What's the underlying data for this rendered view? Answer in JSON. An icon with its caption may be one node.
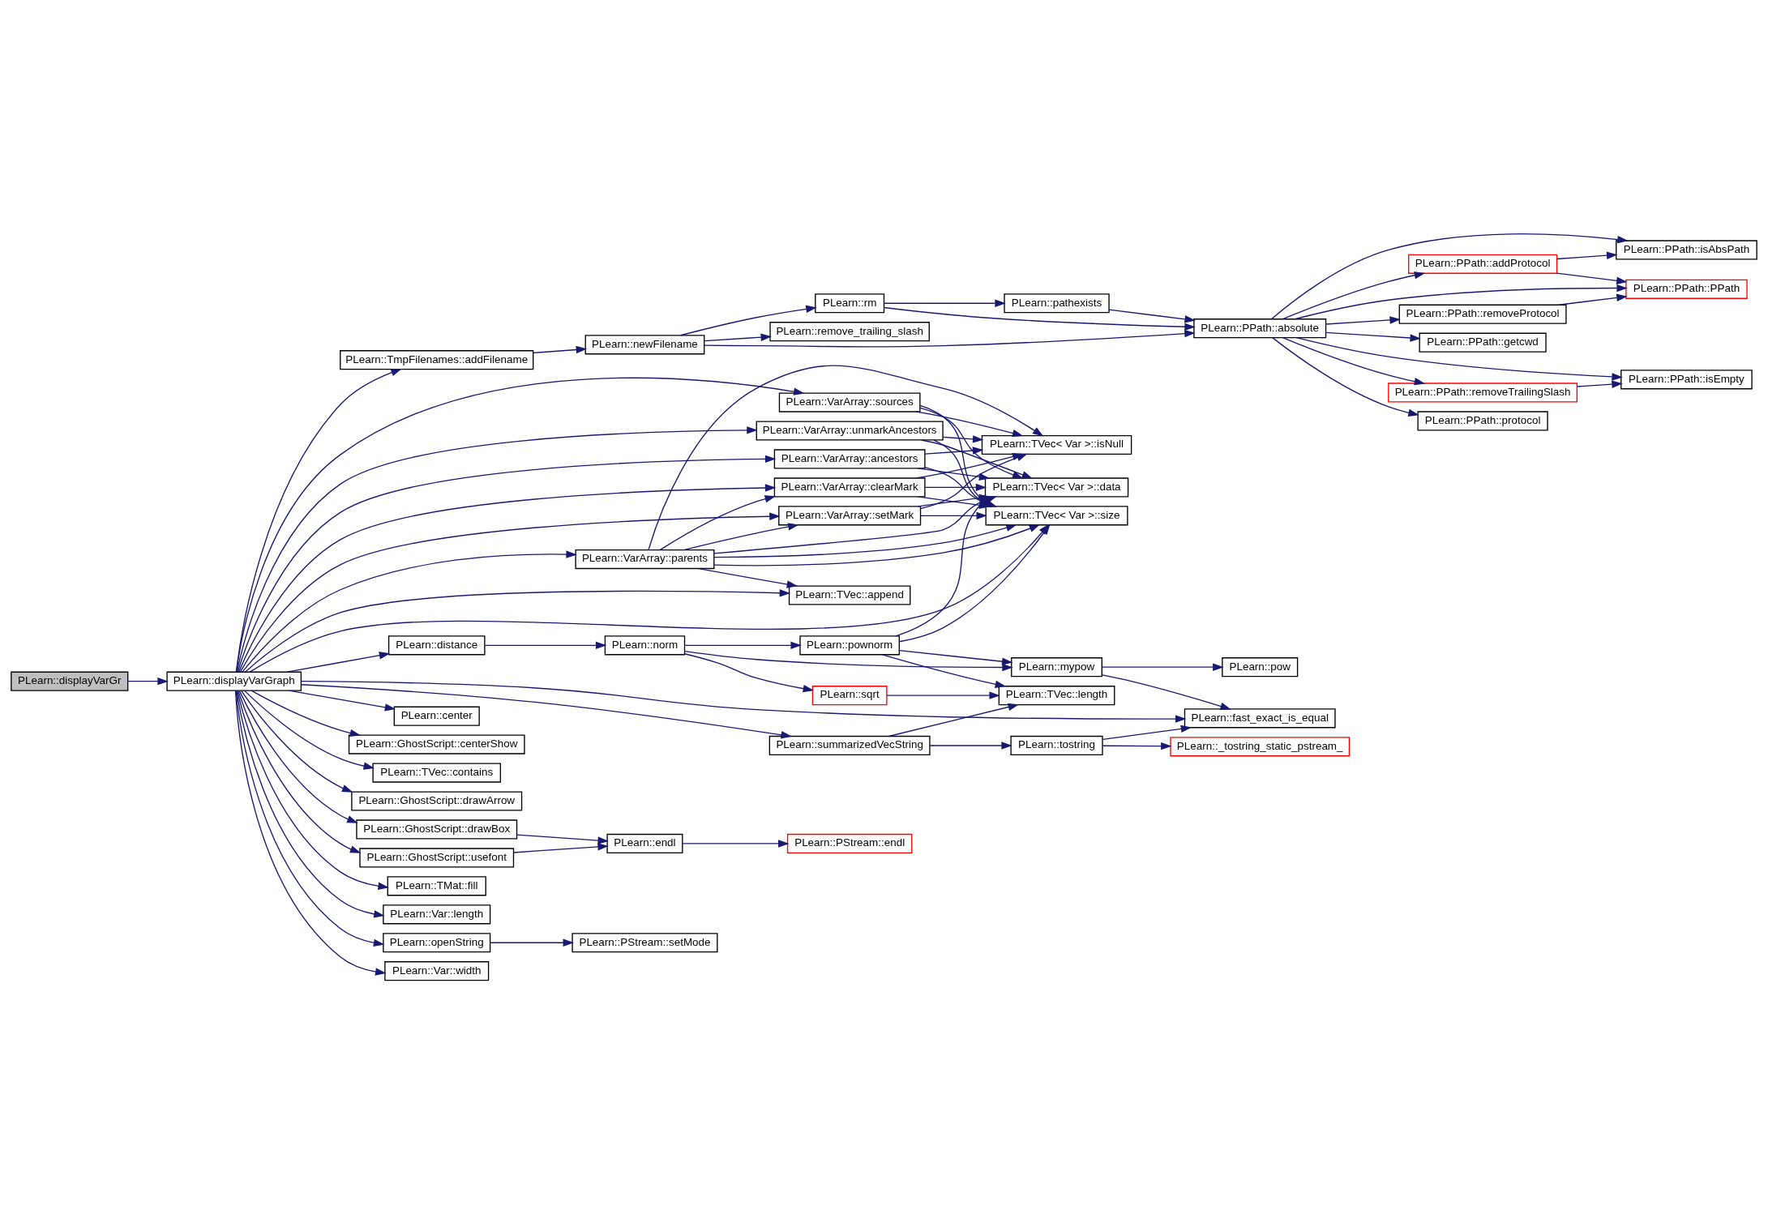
{
  "diagram": {
    "nodes": [
      {
        "text": [
          "PLearn::displayVarGr"
        ]
      },
      {
        "text": [
          "PLearn::displayVarGraph"
        ]
      },
      {
        "text": [
          "PLearn::TmpFilenames::addFilename"
        ]
      },
      {
        "text": [
          "PLearn::newFilename"
        ]
      },
      {
        "text": [
          "PLearn::remove_trailing_slash"
        ]
      },
      {
        "text": [
          "PLearn::rm"
        ]
      },
      {
        "text": [
          "PLearn::pathexists"
        ]
      },
      {
        "text": [
          "PLearn::PPath::absolute"
        ]
      },
      {
        "text": [
          "PLearn::PPath::addProtocol"
        ]
      },
      {
        "text": [
          "PLearn::PPath::isAbsPath"
        ]
      },
      {
        "text": [
          "PLearn::PPath::PPath"
        ]
      },
      {
        "text": [
          "PLearn::PPath::removeProtocol"
        ]
      },
      {
        "text": [
          "PLearn::PPath::getcwd"
        ]
      },
      {
        "text": [
          "PLearn::PPath::removeTrailingSlash"
        ]
      },
      {
        "text": [
          "PLearn::PPath::isEmpty"
        ]
      },
      {
        "text": [
          "PLearn::PPath::protocol"
        ]
      },
      {
        "text": [
          "PLearn::VarArray::sources"
        ]
      },
      {
        "text": [
          "PLearn::VarArray::unmarkAncestors"
        ]
      },
      {
        "text": [
          "PLearn::VarArray::ancestors"
        ]
      },
      {
        "text": [
          "PLearn::VarArray::clearMark"
        ]
      },
      {
        "text": [
          "PLearn::VarArray::setMark"
        ]
      },
      {
        "text": [
          "PLearn::VarArray::parents"
        ]
      },
      {
        "text": [
          "PLearn::TVec< Var >::isNull"
        ]
      },
      {
        "text": [
          "PLearn::TVec< Var >::data"
        ]
      },
      {
        "text": [
          "PLearn::TVec< Var >::size"
        ]
      },
      {
        "text": [
          "PLearn::TVec::append"
        ]
      },
      {
        "text": [
          "PLearn::distance"
        ]
      },
      {
        "text": [
          "PLearn::norm"
        ]
      },
      {
        "text": [
          "PLearn::pownorm"
        ]
      },
      {
        "text": [
          "PLearn::mypow"
        ]
      },
      {
        "text": [
          "PLearn::pow"
        ]
      },
      {
        "text": [
          "PLearn::sqrt"
        ]
      },
      {
        "text": [
          "PLearn::TVec::length"
        ]
      },
      {
        "text": [
          "PLearn::summarizedVecString"
        ]
      },
      {
        "text": [
          "PLearn::tostring"
        ]
      },
      {
        "text": [
          "PLearn::_tostring_static_pstream_"
        ]
      },
      {
        "text": [
          "PLearn::fast_exact_is_equal"
        ]
      },
      {
        "text": [
          "PLearn::center"
        ]
      },
      {
        "text": [
          "PLearn::GhostScript::centerShow"
        ]
      },
      {
        "text": [
          "PLearn::TVec::contains"
        ]
      },
      {
        "text": [
          "PLearn::GhostScript::drawArrow"
        ]
      },
      {
        "text": [
          "PLearn::GhostScript::drawBox"
        ]
      },
      {
        "text": [
          "PLearn::endl"
        ]
      },
      {
        "text": [
          "PLearn::PStream::endl"
        ]
      },
      {
        "text": [
          "PLearn::GhostScript::usefont"
        ]
      },
      {
        "text": [
          "PLearn::TMat::fill"
        ]
      },
      {
        "text": [
          "PLearn::Var::length"
        ]
      },
      {
        "text": [
          "PLearn::openString"
        ]
      },
      {
        "text": [
          "PLearn::PStream::setMode"
        ]
      },
      {
        "text": [
          "PLearn::Var::width"
        ]
      }
    ],
    "edges": [
      {
        "from": 0,
        "to": 1,
        "arrow": "to"
      },
      {
        "from": 1,
        "to": 2,
        "arrow": "to"
      },
      {
        "from": 2,
        "to": 3,
        "arrow": "to"
      },
      {
        "from": 3,
        "to": 4,
        "arrow": "to"
      },
      {
        "from": 3,
        "to": 5,
        "arrow": "to"
      },
      {
        "from": 3,
        "to": 7,
        "arrow": "to"
      },
      {
        "from": 5,
        "to": 6,
        "arrow": "to"
      },
      {
        "from": 5,
        "to": 7,
        "arrow": "to"
      },
      {
        "from": 6,
        "to": 7,
        "arrow": "to"
      },
      {
        "from": 7,
        "to": 9,
        "arrow": "to"
      },
      {
        "from": 7,
        "to": 8,
        "arrow": "to"
      },
      {
        "from": 7,
        "to": 10,
        "arrow": "to"
      },
      {
        "from": 7,
        "to": 11,
        "arrow": "to"
      },
      {
        "from": 7,
        "to": 12,
        "arrow": "to"
      },
      {
        "from": 7,
        "to": 14,
        "arrow": "to"
      },
      {
        "from": 7,
        "to": 13,
        "arrow": "to"
      },
      {
        "from": 7,
        "to": 15,
        "arrow": "to"
      },
      {
        "from": 8,
        "to": 9,
        "arrow": "to"
      },
      {
        "from": 8,
        "to": 10,
        "arrow": "to"
      },
      {
        "from": 11,
        "to": 10,
        "arrow": "to"
      },
      {
        "from": 13,
        "to": 14,
        "arrow": "to"
      },
      {
        "from": 1,
        "to": 16,
        "arrow": "to"
      },
      {
        "from": 1,
        "to": 17,
        "arrow": "to"
      },
      {
        "from": 1,
        "to": 18,
        "arrow": "to"
      },
      {
        "from": 1,
        "to": 19,
        "arrow": "to"
      },
      {
        "from": 1,
        "to": 20,
        "arrow": "to"
      },
      {
        "from": 1,
        "to": 21,
        "arrow": "to"
      },
      {
        "from": 1,
        "to": 25,
        "arrow": "to"
      },
      {
        "from": 1,
        "to": 24,
        "arrow": "to"
      },
      {
        "from": 16,
        "to": 22,
        "arrow": "to"
      },
      {
        "from": 16,
        "to": 23,
        "arrow": "to"
      },
      {
        "from": 16,
        "to": 24,
        "arrow": "to"
      },
      {
        "from": 17,
        "to": 22,
        "arrow": "to"
      },
      {
        "from": 17,
        "to": 23,
        "arrow": "to"
      },
      {
        "from": 17,
        "to": 24,
        "arrow": "to"
      },
      {
        "from": 18,
        "to": 22,
        "arrow": "to"
      },
      {
        "from": 18,
        "to": 23,
        "arrow": "to"
      },
      {
        "from": 18,
        "to": 24,
        "arrow": "to"
      },
      {
        "from": 19,
        "to": 22,
        "arrow": "to"
      },
      {
        "from": 19,
        "to": 23,
        "arrow": "to"
      },
      {
        "from": 19,
        "to": 24,
        "arrow": "to"
      },
      {
        "from": 20,
        "to": 22,
        "arrow": "to"
      },
      {
        "from": 20,
        "to": 23,
        "arrow": "to"
      },
      {
        "from": 20,
        "to": 24,
        "arrow": "to"
      },
      {
        "from": 21,
        "to": 22,
        "arrow": "to"
      },
      {
        "from": 21,
        "to": 19,
        "arrow": "to"
      },
      {
        "from": 21,
        "to": 20,
        "arrow": "to"
      },
      {
        "from": 21,
        "to": 23,
        "arrow": "to"
      },
      {
        "from": 21,
        "to": 24,
        "arrow": "to"
      },
      {
        "from": 21,
        "to": 24,
        "arrow": "to"
      },
      {
        "from": 21,
        "to": 25,
        "arrow": "to"
      },
      {
        "from": 1,
        "to": 26,
        "arrow": "to"
      },
      {
        "from": 26,
        "to": 27,
        "arrow": "to"
      },
      {
        "from": 27,
        "to": 28,
        "arrow": "to"
      },
      {
        "from": 27,
        "to": 29,
        "arrow": "to"
      },
      {
        "from": 27,
        "to": 31,
        "arrow": "to"
      },
      {
        "from": 28,
        "to": 23,
        "arrow": "to"
      },
      {
        "from": 28,
        "to": 24,
        "arrow": "to"
      },
      {
        "from": 28,
        "to": 29,
        "arrow": "to"
      },
      {
        "from": 28,
        "to": 32,
        "arrow": "to"
      },
      {
        "from": 29,
        "to": 30,
        "arrow": "to"
      },
      {
        "from": 29,
        "to": 36,
        "arrow": "to"
      },
      {
        "from": 31,
        "to": 32,
        "arrow": "to"
      },
      {
        "from": 1,
        "to": 33,
        "arrow": "to"
      },
      {
        "from": 33,
        "to": 32,
        "arrow": "to"
      },
      {
        "from": 33,
        "to": 34,
        "arrow": "to"
      },
      {
        "from": 34,
        "to": 35,
        "arrow": "to"
      },
      {
        "from": 34,
        "to": 36,
        "arrow": "to"
      },
      {
        "from": 1,
        "to": 36,
        "arrow": "to"
      },
      {
        "from": 1,
        "to": 37,
        "arrow": "to"
      },
      {
        "from": 1,
        "to": 38,
        "arrow": "to"
      },
      {
        "from": 1,
        "to": 39,
        "arrow": "to"
      },
      {
        "from": 1,
        "to": 40,
        "arrow": "to"
      },
      {
        "from": 1,
        "to": 41,
        "arrow": "to"
      },
      {
        "from": 41,
        "to": 42,
        "arrow": "to"
      },
      {
        "from": 42,
        "to": 43,
        "arrow": "to"
      },
      {
        "from": 1,
        "to": 44,
        "arrow": "to"
      },
      {
        "from": 44,
        "to": 42,
        "arrow": "to"
      },
      {
        "from": 1,
        "to": 45,
        "arrow": "to"
      },
      {
        "from": 1,
        "to": 46,
        "arrow": "to"
      },
      {
        "from": 1,
        "to": 47,
        "arrow": "to"
      },
      {
        "from": 47,
        "to": 48,
        "arrow": "to"
      },
      {
        "from": 1,
        "to": 49,
        "arrow": "to"
      }
    ]
  }
}
